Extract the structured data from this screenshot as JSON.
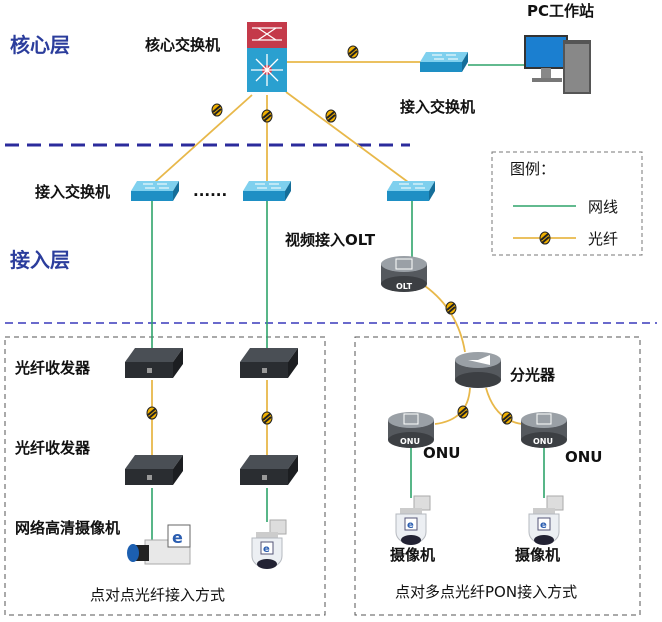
{
  "layers": {
    "core": "核心层",
    "access": "接入层"
  },
  "devices": {
    "core_switch": "核心交换机",
    "access_switch_top": "接入交换机",
    "pc": "PC工作站",
    "access_switch_left": "接入交换机",
    "ellipsis": "......",
    "olt_label": "视频接入OLT",
    "olt_badge": "OLT",
    "transceiver_1": "光纤收发器",
    "transceiver_2": "光纤收发器",
    "hd_camera": "网络高清摄像机",
    "splitter": "分光器",
    "onu_1": "ONU",
    "onu_2": "ONU",
    "onu_badge": "ONU",
    "camera_1": "摄像机",
    "camera_2": "摄像机"
  },
  "legend": {
    "title": "图例：",
    "cable": "网线",
    "fiber": "光纤"
  },
  "sections": {
    "p2p": "点对点光纤接入方式",
    "pon": "点对多点光纤PON接入方式"
  },
  "colors": {
    "layer_text": "#2b3d9c",
    "cable": "#2ea36a",
    "fiber": "#e8b84a",
    "switch": "#2aa0d0",
    "divider": "#2b2b9c"
  }
}
